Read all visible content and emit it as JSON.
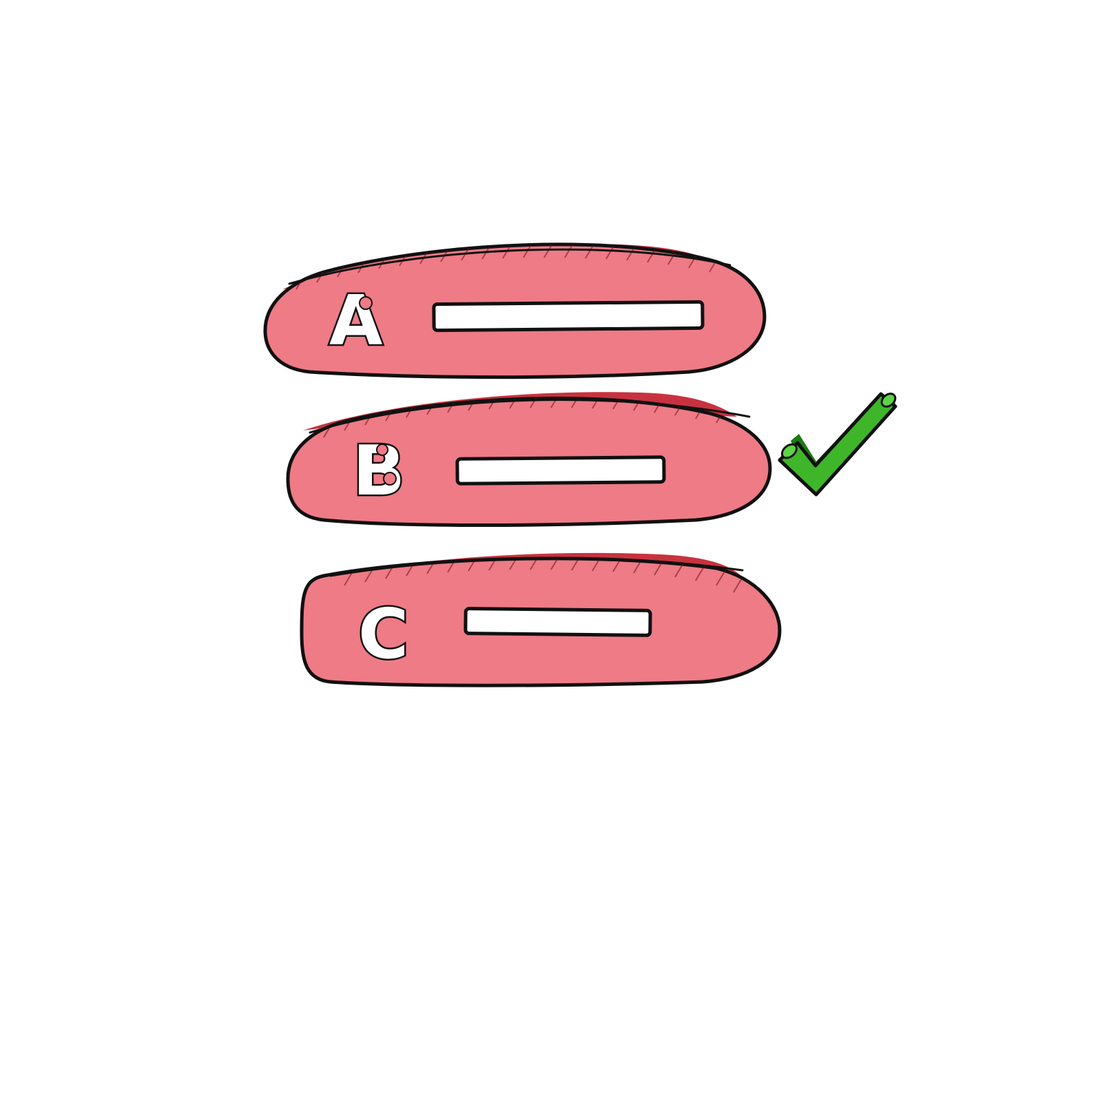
{
  "options": [
    {
      "letter": "A",
      "selected": false
    },
    {
      "letter": "B",
      "selected": true
    },
    {
      "letter": "C",
      "selected": false
    }
  ],
  "colors": {
    "pill_fill": "#ee7b86",
    "pill_shadow": "#c8323f",
    "outline": "#111111",
    "check": "#3fb62a",
    "background": "#ffffff"
  },
  "icons": {
    "selection_marker": "checkmark-icon"
  }
}
